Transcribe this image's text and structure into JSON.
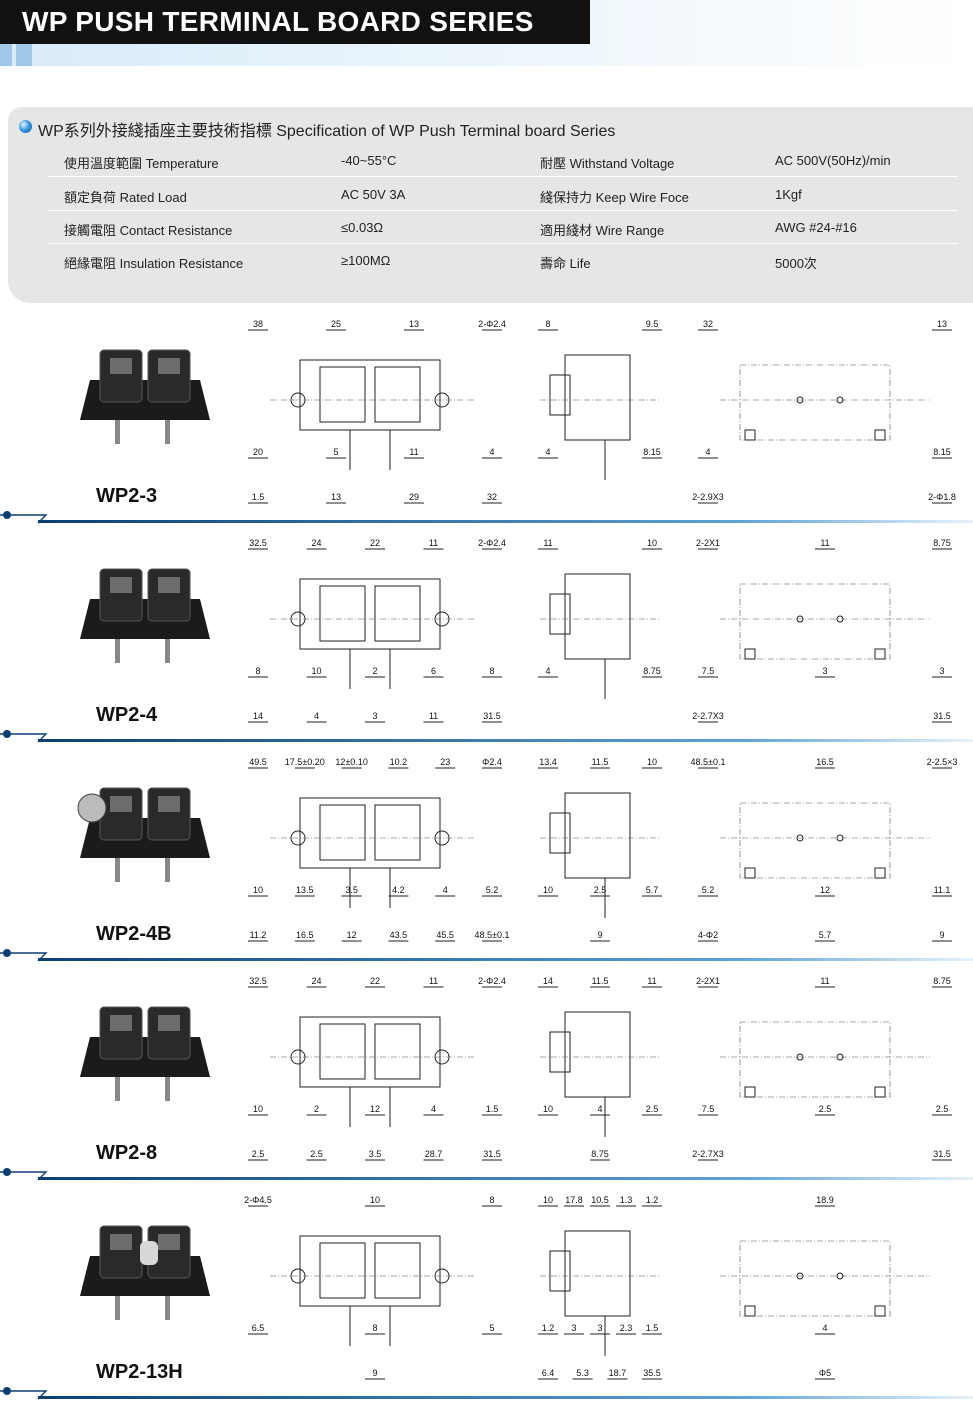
{
  "header": {
    "title": "WP PUSH TERMINAL BOARD SERIES"
  },
  "spec": {
    "title": "WP系列外接綫插座主要技術指標  Specification of WP Push Terminal board Series",
    "rows": [
      {
        "l1": "使用溫度範圍 Temperature",
        "v1": "-40~55°C",
        "l2": "耐壓 Withstand Voltage",
        "v2": "AC 500V(50Hz)/min"
      },
      {
        "l1": "額定負荷 Rated Load",
        "v1": "AC 50V 3A",
        "l2": "綫保持力 Keep Wire Foce",
        "v2": "1Kgf"
      },
      {
        "l1": "接觸電阻 Contact Resistance",
        "v1": "≤0.03Ω",
        "l2": "適用綫材 Wire Range",
        "v2": "AWG #24-#16"
      },
      {
        "l1": "絕緣電阻 Insulation Resistance",
        "v1": "≥100MΩ",
        "l2": "壽命 Life",
        "v2": "5000次"
      }
    ]
  },
  "products": [
    {
      "model": "WP2-3",
      "front": [
        "38",
        "25",
        "13",
        "2-Φ2.4",
        "20",
        "5",
        "11",
        "4",
        "1.5",
        "13",
        "29",
        "32"
      ],
      "side": [
        "8",
        "9.5",
        "4",
        "8.15"
      ],
      "pcb": [
        "32",
        "13",
        "4",
        "8.15",
        "2-2.9X3",
        "2-Φ1.8"
      ]
    },
    {
      "model": "WP2-4",
      "front": [
        "32.5",
        "24",
        "22",
        "11",
        "2-Φ2.4",
        "8",
        "10",
        "2",
        "6",
        "8",
        "14",
        "4",
        "3",
        "11",
        "31.5"
      ],
      "side": [
        "11",
        "10",
        "4",
        "8.75"
      ],
      "pcb": [
        "2-2X1",
        "11",
        "8.75",
        "7.5",
        "3",
        "3",
        "2-2.7X3",
        "31.5"
      ]
    },
    {
      "model": "WP2-4B",
      "front": [
        "49.5",
        "17.5±0.20",
        "12±0.10",
        "10.2",
        "23",
        "Φ2.4",
        "10",
        "13.5",
        "3.5",
        "4.2",
        "4",
        "5.2",
        "11.2",
        "16.5",
        "12",
        "43.5",
        "45.5",
        "48.5±0.1"
      ],
      "side": [
        "13.4",
        "11.5",
        "10",
        "10",
        "2.5",
        "5.7",
        "9"
      ],
      "pcb": [
        "48.5±0.1",
        "16.5",
        "2-2.5×3",
        "5.2",
        "12",
        "11.1",
        "4-Φ2",
        "5.7",
        "9"
      ]
    },
    {
      "model": "WP2-8",
      "front": [
        "32.5",
        "24",
        "22",
        "11",
        "2-Φ2.4",
        "10",
        "2",
        "12",
        "4",
        "1.5",
        "2.5",
        "2.5",
        "3.5",
        "28.7",
        "31.5"
      ],
      "side": [
        "14",
        "11.5",
        "11",
        "10",
        "4",
        "2.5",
        "8.75"
      ],
      "pcb": [
        "2-2X1",
        "11",
        "8.75",
        "7.5",
        "2.5",
        "2.5",
        "2-2.7X3",
        "31.5"
      ]
    },
    {
      "model": "WP2-13H",
      "front": [
        "2-Φ4.5",
        "10",
        "8",
        "6.5",
        "8",
        "5",
        "9"
      ],
      "side": [
        "10",
        "17.8",
        "10.5",
        "1.3",
        "1.2",
        "1.2",
        "3",
        "3",
        "2.3",
        "1.5",
        "6.4",
        "5.3",
        "18.7",
        "35.5"
      ],
      "pcb": [
        "18.9",
        "4",
        "Φ5"
      ]
    }
  ]
}
